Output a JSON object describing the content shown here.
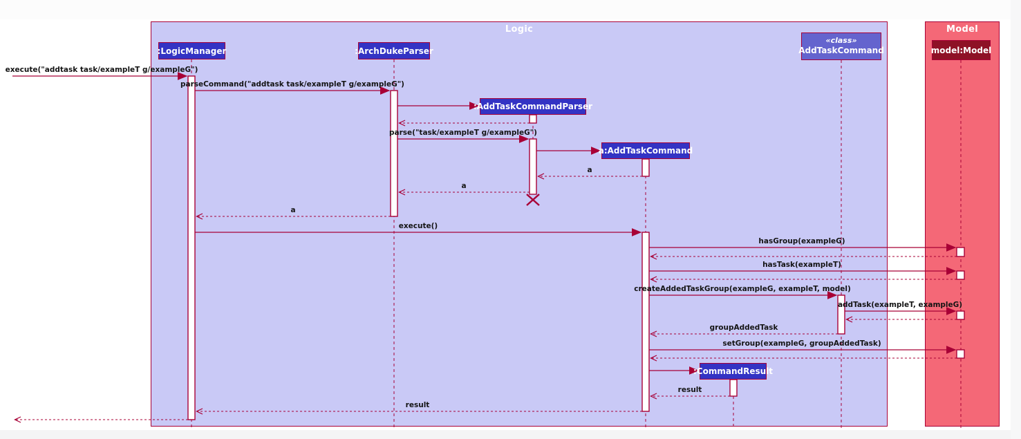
{
  "diagram_type": "uml-sequence-diagram",
  "frames": {
    "logic": {
      "title": "Logic"
    },
    "model": {
      "title": "Model"
    }
  },
  "participants": {
    "logic_manager": {
      "name": ":LogicManager"
    },
    "archduke_parser": {
      "name": ":ArchDukeParser"
    },
    "addtask_command_parser": {
      "name": ":AddTaskCommandParser"
    },
    "a_addtask_command": {
      "name": "a:AddTaskCommand"
    },
    "addtask_command_class": {
      "stereotype": "«class»",
      "name": "AddTaskCommand"
    },
    "command_result": {
      "name": ":CommandResult"
    },
    "model_instance": {
      "name": "model:Model"
    }
  },
  "messages": [
    {
      "label": "execute(\"addtask task/exampleT g/exampleG\")",
      "type": "call"
    },
    {
      "label": "parseCommand(\"addtask task/exampleT g/exampleG\")",
      "type": "call"
    },
    {
      "label": "parse(\"task/exampleT g/exampleG\")",
      "type": "call"
    },
    {
      "label": "a",
      "type": "return"
    },
    {
      "label": "a",
      "type": "return"
    },
    {
      "label": "a",
      "type": "return"
    },
    {
      "label": "execute()",
      "type": "call"
    },
    {
      "label": "hasGroup(exampleG)",
      "type": "call"
    },
    {
      "label": "hasTask(exampleT)",
      "type": "call"
    },
    {
      "label": "createAddedTaskGroup(exampleG, exampleT, model)",
      "type": "call"
    },
    {
      "label": "addTask(exampleT, exampleG)",
      "type": "call"
    },
    {
      "label": "groupAddedTask",
      "type": "return"
    },
    {
      "label": "setGroup(exampleG, groupAddedTask)",
      "type": "call"
    },
    {
      "label": "result",
      "type": "return"
    },
    {
      "label": "result",
      "type": "return"
    }
  ],
  "colors": {
    "frame_border": "#A80036",
    "logic_frame_fill": "#C9C9F6",
    "model_frame_fill": "#F46877",
    "participant_fill": "#3333C4",
    "class_participant_fill": "#6464CE",
    "model_participant_fill": "#8E1126",
    "line_color": "#A80036",
    "message_text": "#141414"
  }
}
